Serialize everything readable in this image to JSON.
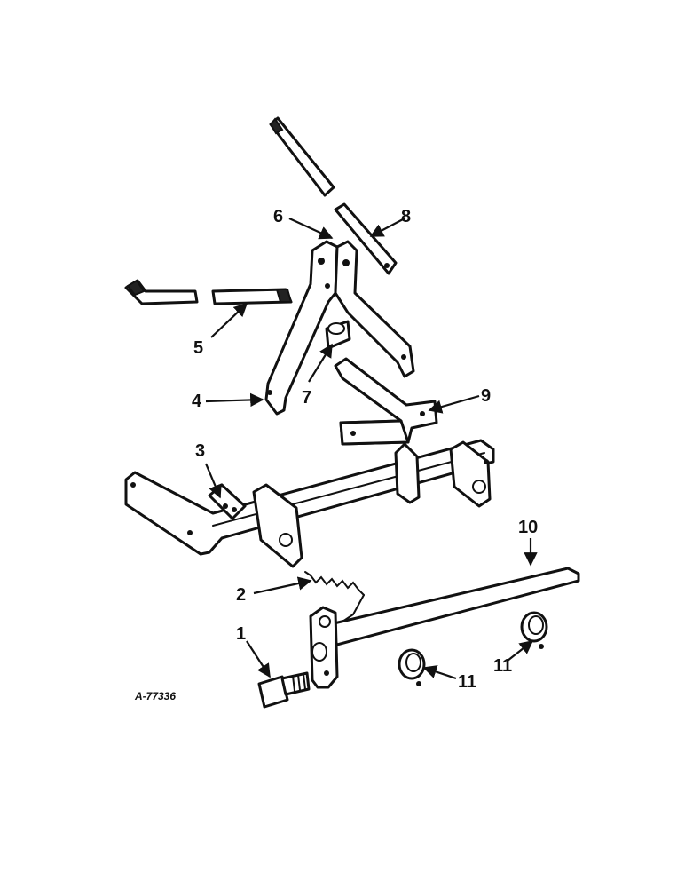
{
  "figure_id": "A-77336",
  "callouts": {
    "c1": "1",
    "c2": "2",
    "c3": "3",
    "c4": "4",
    "c5": "5",
    "c6": "6",
    "c7": "7",
    "c8": "8",
    "c9": "9",
    "c10": "10",
    "c11a": "11",
    "c11b": "11"
  }
}
